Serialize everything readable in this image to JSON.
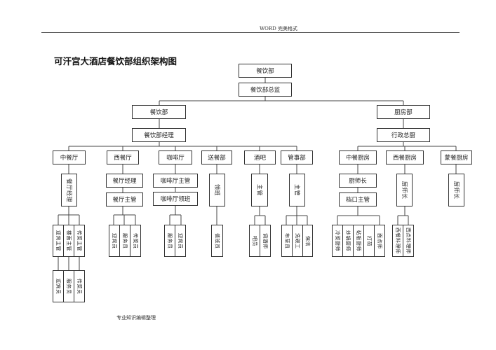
{
  "header": {
    "doc_label": "WORD 完美格式"
  },
  "title": "可汗宫大酒店餐饮部组织架构图",
  "footer": {
    "note": "专业知识编辑整理"
  },
  "org": {
    "root": "餐饮部",
    "director": "餐饮部总监",
    "fnb": {
      "name": "餐饮部",
      "manager": "餐饮部经理",
      "units": [
        {
          "name": "中餐厅",
          "leads": [
            "餐厅经理"
          ],
          "supervisors": [
            "迎宾主管",
            "楼面主管",
            "传菜主管"
          ],
          "staff": [
            "迎宾员",
            "服务员",
            "传菜员"
          ]
        },
        {
          "name": "西餐厅",
          "leads": [
            "餐厅经理",
            "餐厅主管"
          ],
          "staff": [
            "迎宾员",
            "服务员",
            "传菜员"
          ]
        },
        {
          "name": "咖啡厅",
          "leads": [
            "咖啡厅主管",
            "咖啡厅领班"
          ],
          "staff": [
            "服务员",
            "迎宾员"
          ]
        },
        {
          "name": "送餐部",
          "leads": [
            "领班"
          ],
          "staff": [
            "值班员"
          ]
        },
        {
          "name": "酒吧",
          "leads": [
            "主管"
          ],
          "staff": [
            "吧员",
            "调酒师"
          ]
        },
        {
          "name": "管事部",
          "leads": [
            "主管"
          ],
          "staff": [
            "布草员",
            "洗碗工",
            "保洁"
          ]
        }
      ]
    },
    "kitchen": {
      "name": "厨房部",
      "manager": "行政总厨",
      "units": [
        {
          "name": "中餐厨房",
          "leads": [
            "厨师长",
            "档口主管"
          ],
          "staff": [
            "冷菜厨师",
            "炒锅厨师",
            "砧板厨师",
            "打荷",
            "面点师"
          ]
        },
        {
          "name": "西餐厨房",
          "leads": [
            "厨师长"
          ],
          "staff": [
            "西餐料理师",
            "西点料理师"
          ]
        },
        {
          "name": "蒙餐厨房",
          "leads": [
            "厨师长"
          ]
        }
      ]
    }
  }
}
